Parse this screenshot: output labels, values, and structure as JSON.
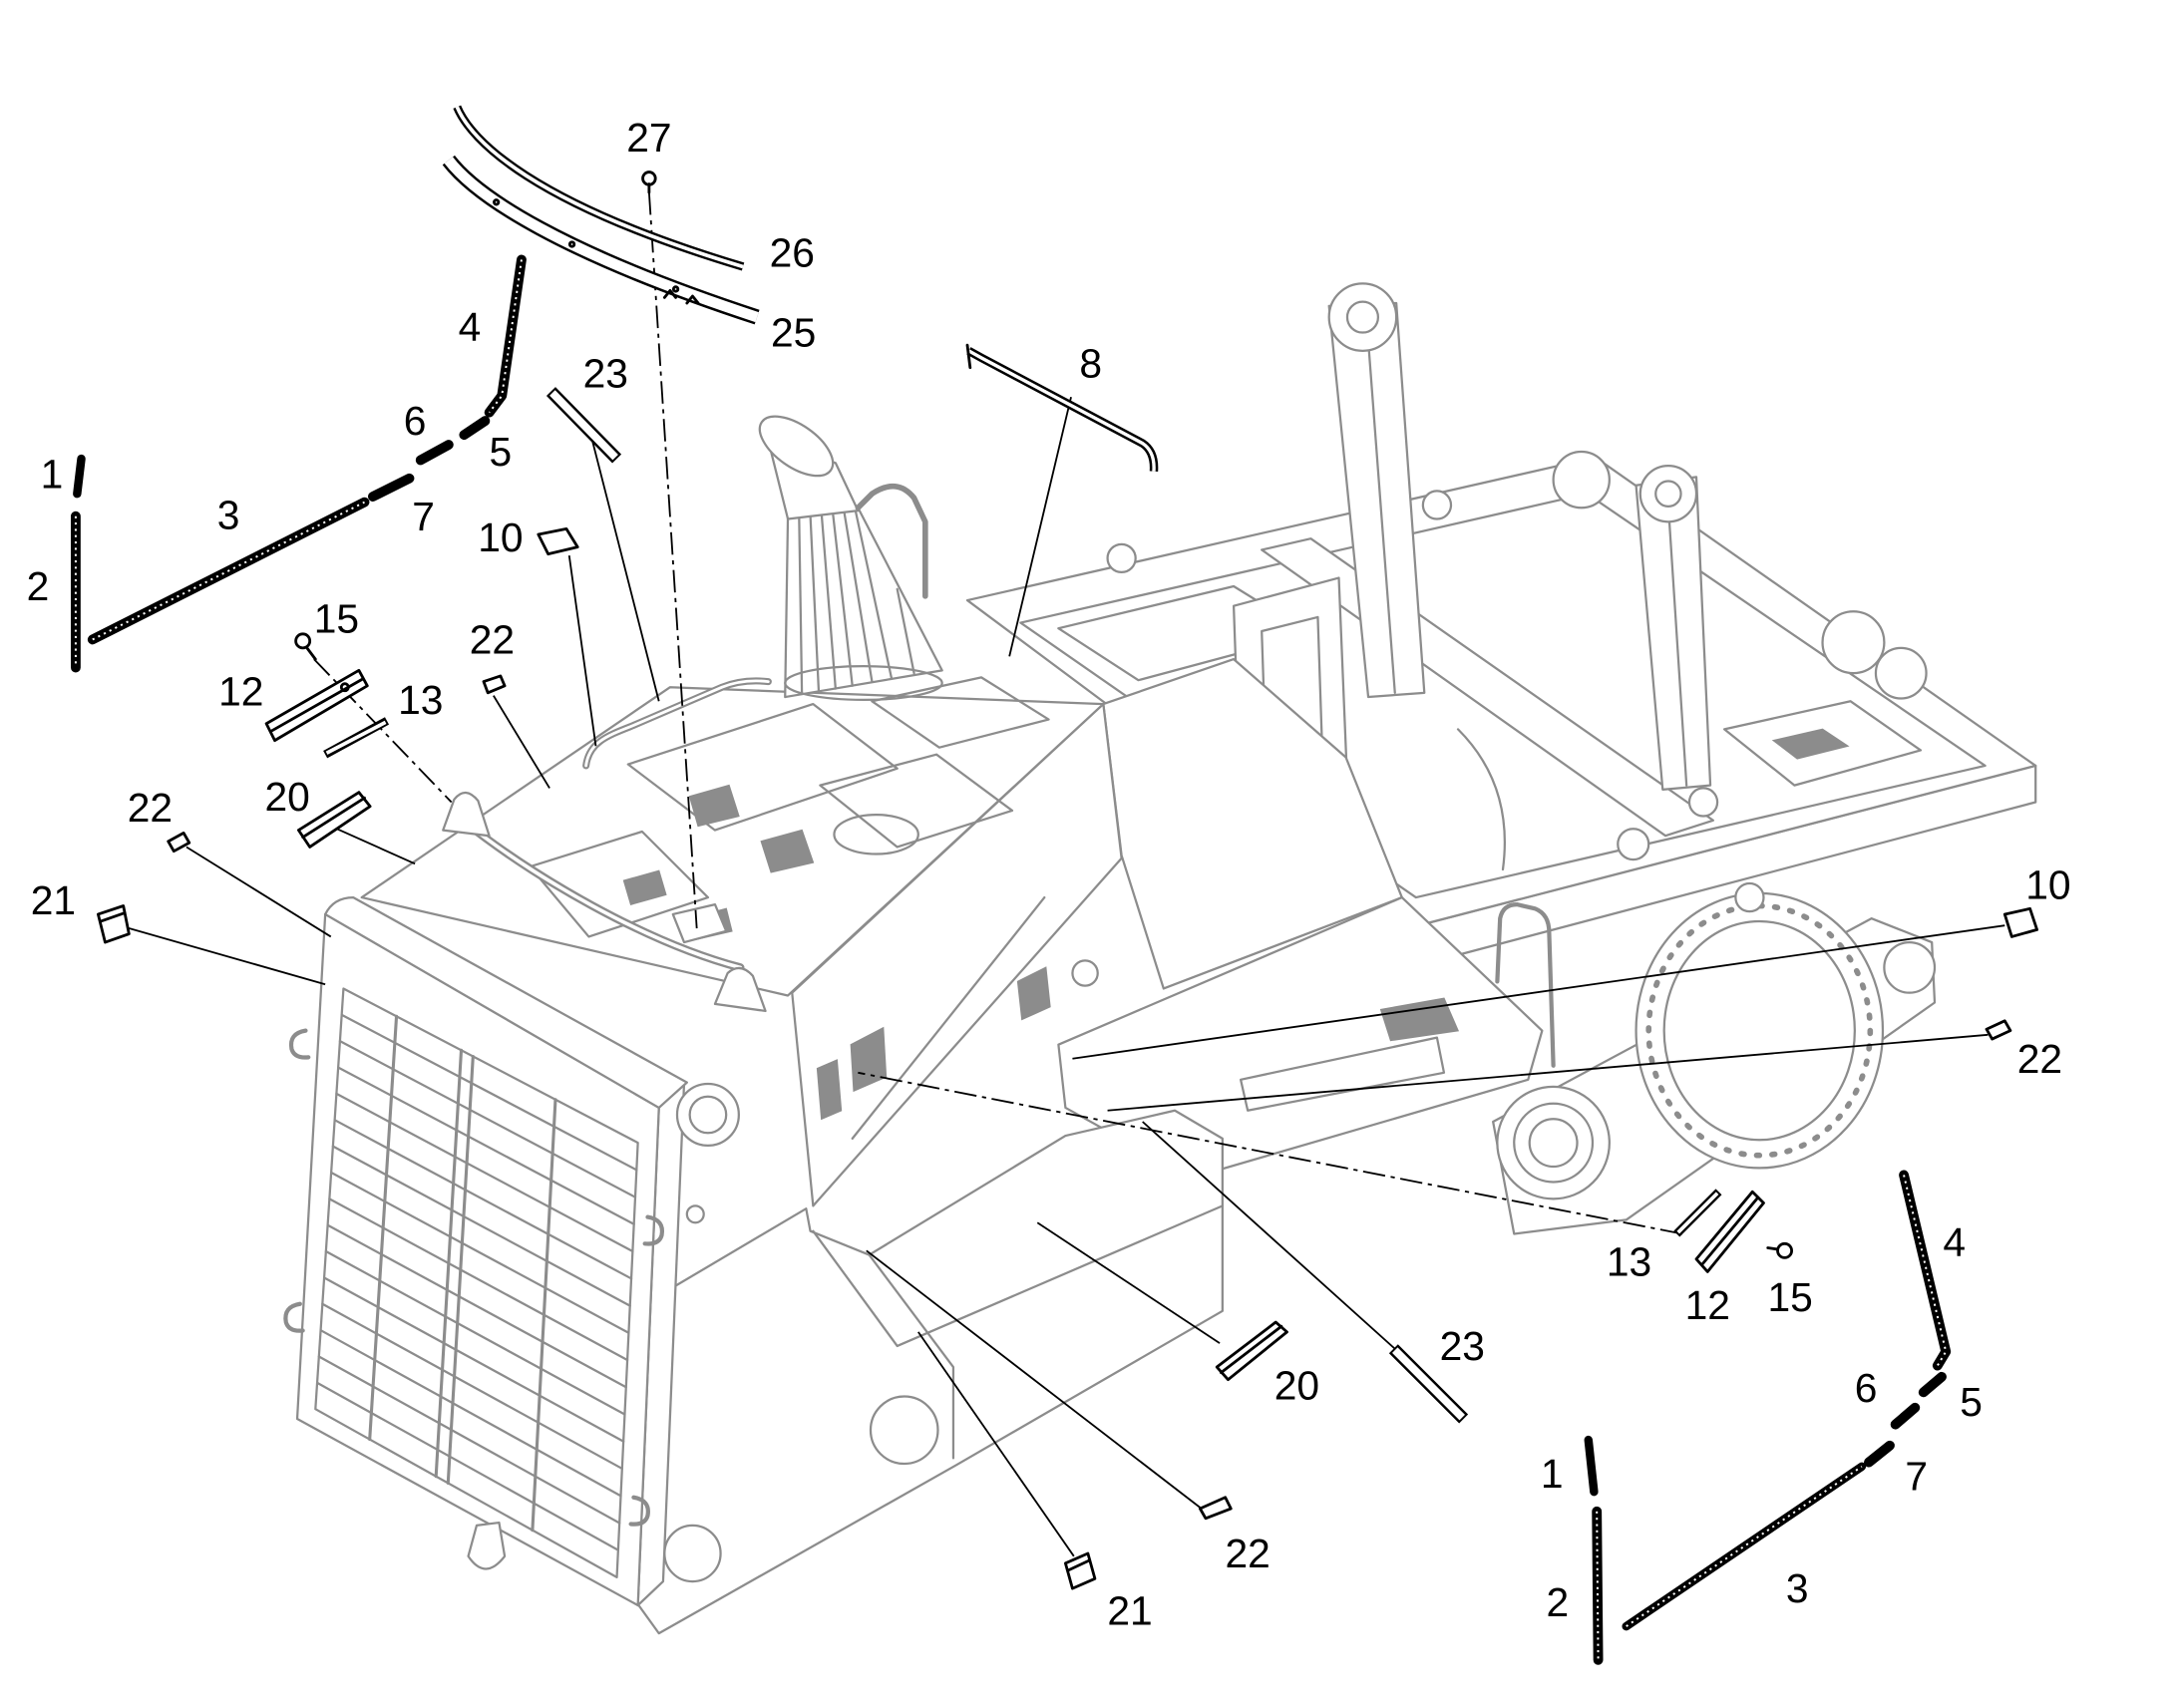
{
  "diagram": {
    "callouts_left": [
      "27",
      "26",
      "25",
      "4",
      "23",
      "8",
      "6",
      "5",
      "1",
      "3",
      "7",
      "10",
      "2",
      "15",
      "22",
      "12",
      "13",
      "20",
      "22",
      "21"
    ],
    "callouts_right": [
      "10",
      "22",
      "4",
      "13",
      "12",
      "15",
      "23",
      "20",
      "6",
      "5",
      "1",
      "7",
      "22",
      "3",
      "2",
      "21"
    ]
  },
  "colors": {
    "parts": "#000000",
    "machine": "#8c8c8c",
    "background": "#ffffff"
  }
}
